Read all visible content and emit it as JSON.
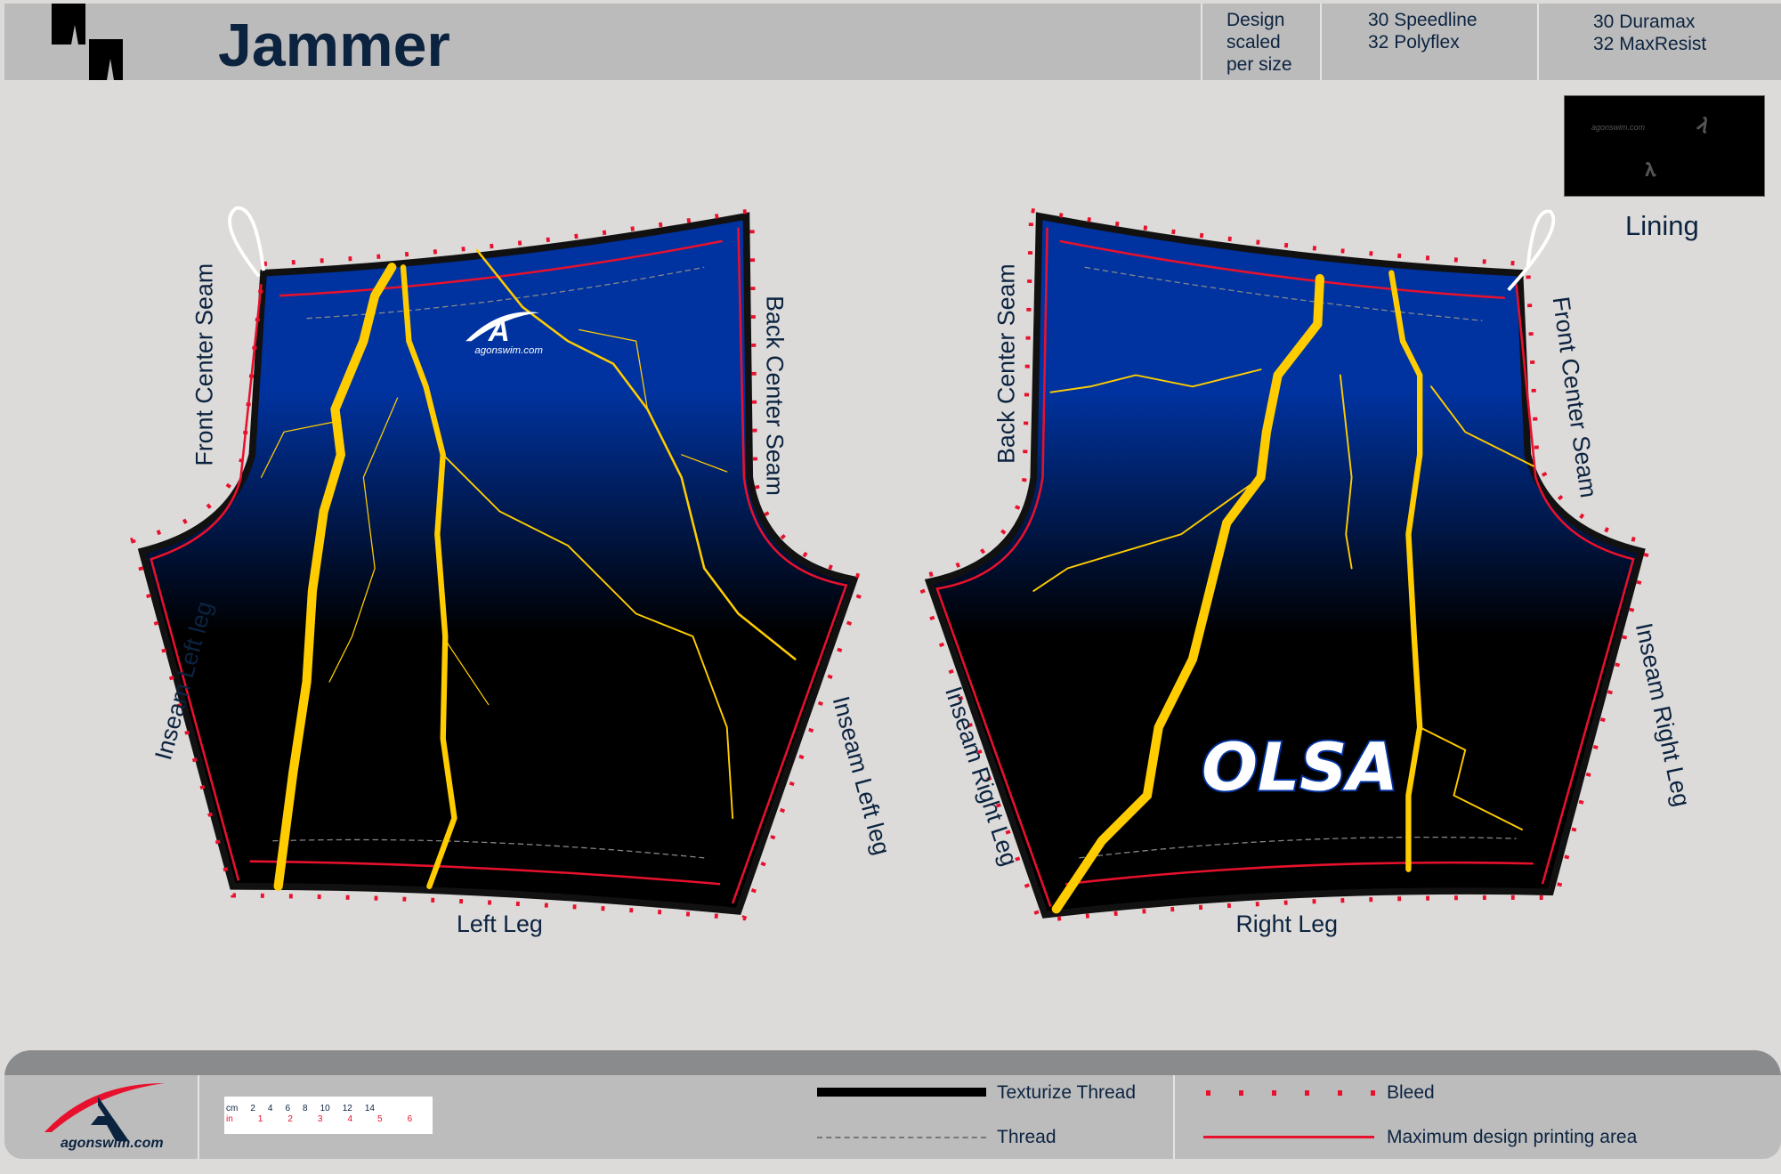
{
  "header": {
    "title": "Jammer",
    "note": [
      "Design",
      "scaled",
      "per size"
    ],
    "fabric1": [
      "30 Speedline",
      "32 Polyflex"
    ],
    "fabric2": [
      "30 Duramax",
      "32 MaxResist"
    ]
  },
  "lining": {
    "label": "Lining",
    "logo_text": "agonswim.com"
  },
  "pieces": {
    "left": {
      "name": "Left Leg",
      "front_seam": "Front Center Seam",
      "back_seam": "Back Center Seam",
      "inseam_outer": "Inseam Left leg",
      "inseam_inner": "Inseam Left leg",
      "logo_text": "agonswim.com"
    },
    "right": {
      "name": "Right Leg",
      "back_seam": "Back Center Seam",
      "front_seam": "Front Center Seam",
      "inseam_outer": "Inseam Right Leg",
      "inseam_inner": "Inseam Right Leg",
      "team_text": "OLSA"
    }
  },
  "footer": {
    "logo_text": "agonswim.com",
    "ruler": {
      "cm_label": "cm",
      "cm_ticks": [
        "2",
        "4",
        "6",
        "8",
        "10",
        "12",
        "14"
      ],
      "in_label": "in",
      "in_ticks": [
        "1",
        "2",
        "3",
        "4",
        "5",
        "6"
      ]
    },
    "legend": [
      {
        "label": "Texturize Thread",
        "style": "thick-black"
      },
      {
        "label": "Thread",
        "style": "dashed-gray"
      },
      {
        "label": "Bleed",
        "style": "dotted-red"
      },
      {
        "label": "Maximum design printing area",
        "style": "solid-red"
      }
    ]
  },
  "colors": {
    "blue": "#0033a0",
    "yellow": "#ffcc00",
    "red": "#e8112d",
    "navy": "#0c2340"
  }
}
